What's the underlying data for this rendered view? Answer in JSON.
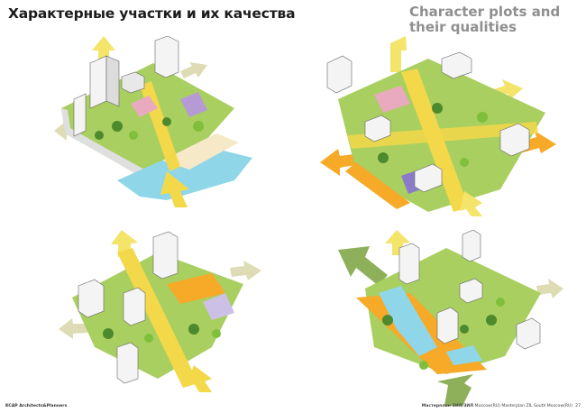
{
  "header": {
    "title_ru": "Характерные участки и их качества",
    "title_en_line1": "Character plots and",
    "title_en_line2": "their qualities"
  },
  "footer": {
    "firm": "KCAP Architects&Planners",
    "project_bold": "Мастерплан ЗИЛ/ЗИЛ",
    "project_rest": " Moscow(RU) Masterplan ZIL South Moscow(RU)",
    "page_number": "27"
  },
  "colors": {
    "grass": "#9ccc52",
    "path_yellow": "#f3d84a",
    "arrow_yellow": "#f4e46a",
    "arrow_orange": "#f7a928",
    "arrow_green": "#8fb05a",
    "arrow_beige": "#dedcb4",
    "building": "#f4f4f4",
    "water": "#8fd7e8",
    "purple": "#b69ad6",
    "pink": "#e9a9bf",
    "tree_dark": "#4d8a2e",
    "tree_light": "#7fbf3c"
  },
  "icons": [
    "flow-arrow-icon",
    "building-block-icon",
    "tree-icon"
  ]
}
